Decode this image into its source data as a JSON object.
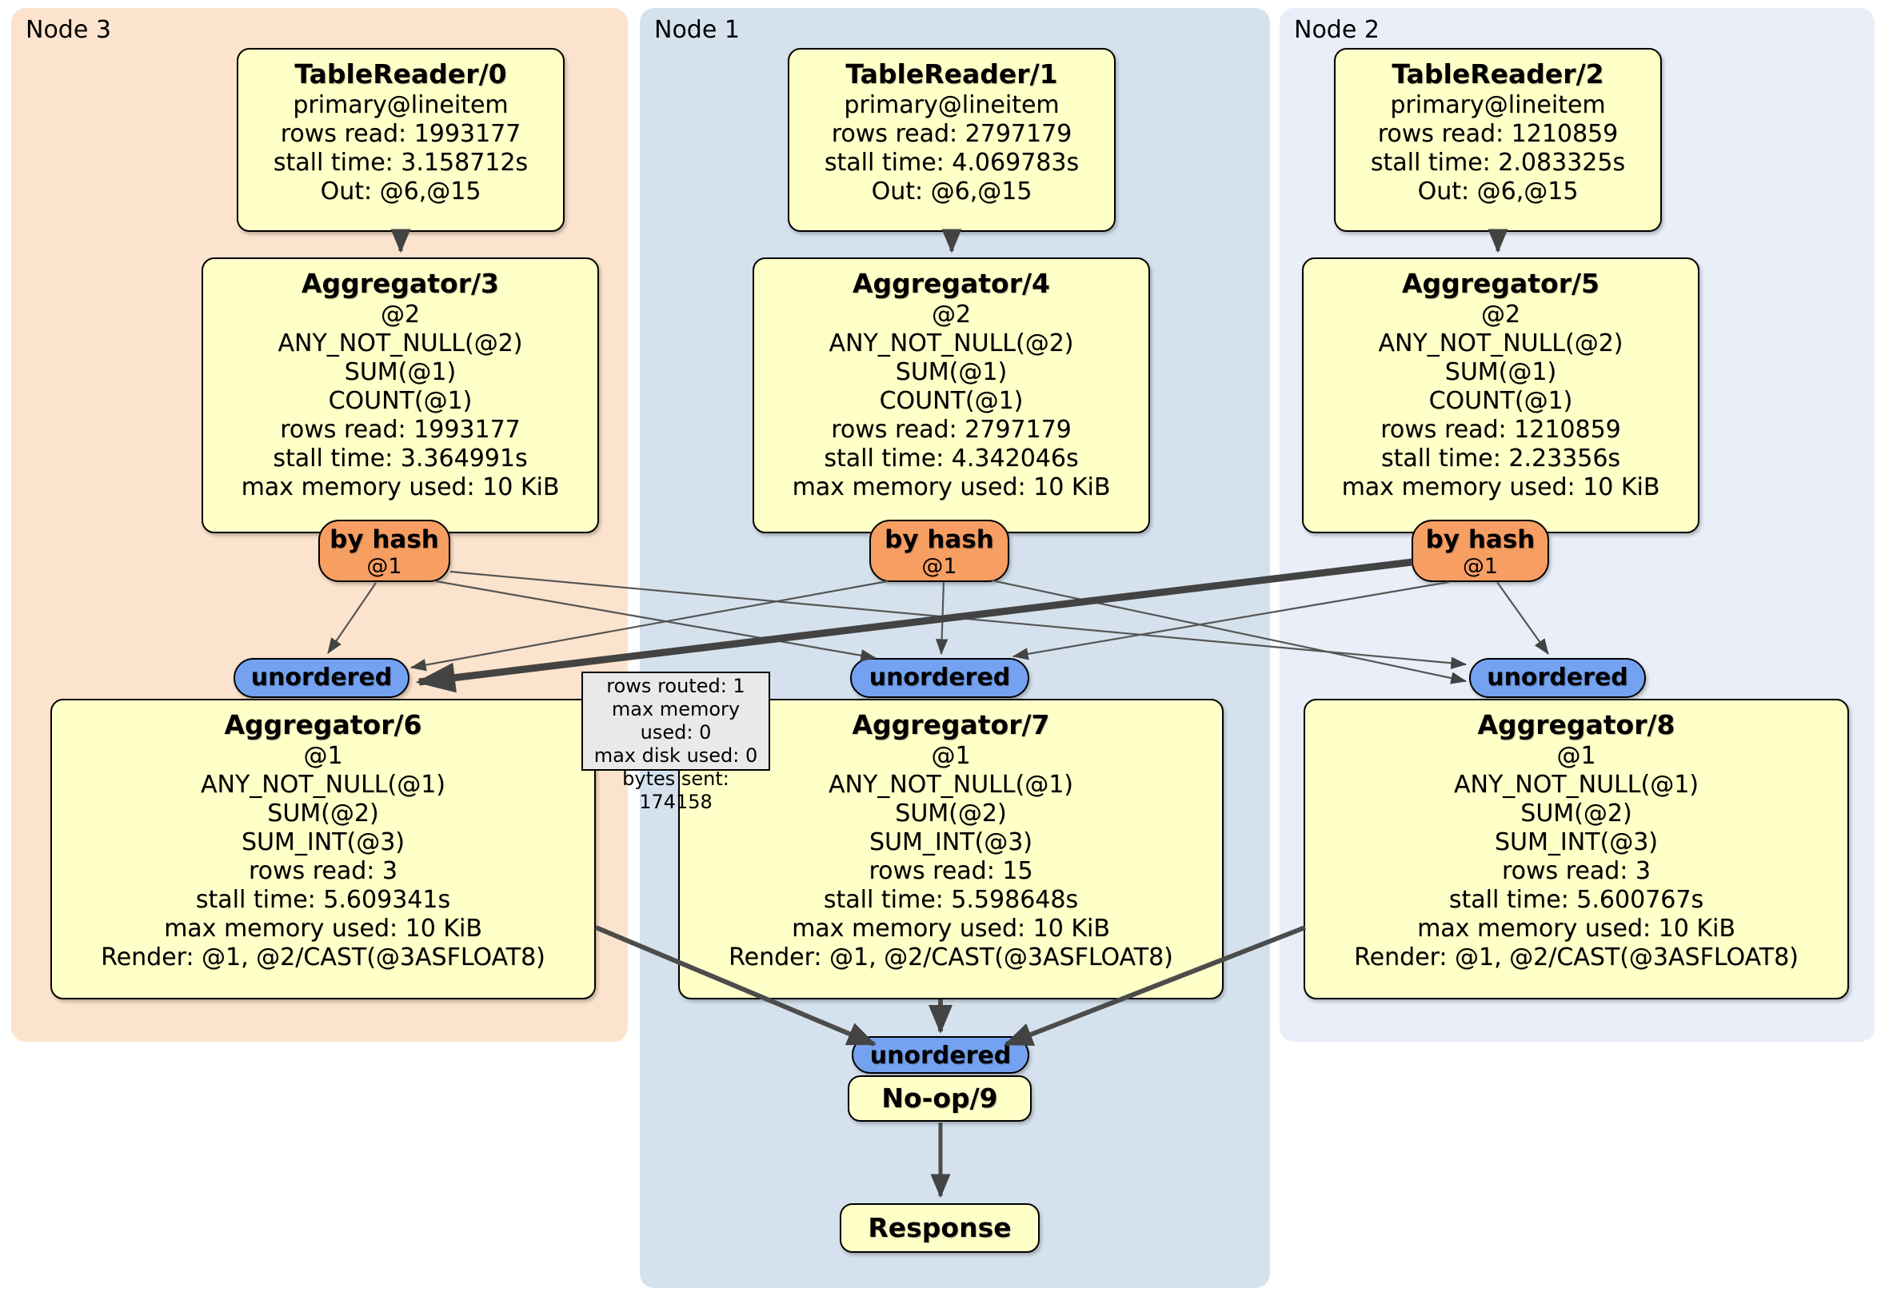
{
  "panels": {
    "node3": {
      "label": "Node 3"
    },
    "node1": {
      "label": "Node 1"
    },
    "node2": {
      "label": "Node 2"
    }
  },
  "boxes": {
    "tr0": {
      "title": "TableReader/0",
      "lines": [
        "primary@lineitem",
        "rows read: 1993177",
        "stall time: 3.158712s",
        "Out: @6,@15"
      ]
    },
    "agg3": {
      "title": "Aggregator/3",
      "lines": [
        "@2",
        "ANY_NOT_NULL(@2)",
        "SUM(@1)",
        "COUNT(@1)",
        "rows read: 1993177",
        "stall time: 3.364991s",
        "max memory used: 10 KiB"
      ]
    },
    "tr1": {
      "title": "TableReader/1",
      "lines": [
        "primary@lineitem",
        "rows read: 2797179",
        "stall time: 4.069783s",
        "Out: @6,@15"
      ]
    },
    "agg4": {
      "title": "Aggregator/4",
      "lines": [
        "@2",
        "ANY_NOT_NULL(@2)",
        "SUM(@1)",
        "COUNT(@1)",
        "rows read: 2797179",
        "stall time: 4.342046s",
        "max memory used: 10 KiB"
      ]
    },
    "tr2": {
      "title": "TableReader/2",
      "lines": [
        "primary@lineitem",
        "rows read: 1210859",
        "stall time: 2.083325s",
        "Out: @6,@15"
      ]
    },
    "agg5": {
      "title": "Aggregator/5",
      "lines": [
        "@2",
        "ANY_NOT_NULL(@2)",
        "SUM(@1)",
        "COUNT(@1)",
        "rows read: 1210859",
        "stall time: 2.23356s",
        "max memory used: 10 KiB"
      ]
    },
    "agg6": {
      "title": "Aggregator/6",
      "lines": [
        "@1",
        "ANY_NOT_NULL(@1)",
        "SUM(@2)",
        "SUM_INT(@3)",
        "rows read: 3",
        "stall time: 5.609341s",
        "max memory used: 10 KiB",
        "Render: @1, @2/CAST(@3ASFLOAT8)"
      ]
    },
    "agg7": {
      "title": "Aggregator/7",
      "lines": [
        "@1",
        "ANY_NOT_NULL(@1)",
        "SUM(@2)",
        "SUM_INT(@3)",
        "rows read: 15",
        "stall time: 5.598648s",
        "max memory used: 10 KiB",
        "Render: @1, @2/CAST(@3ASFLOAT8)"
      ]
    },
    "agg8": {
      "title": "Aggregator/8",
      "lines": [
        "@1",
        "ANY_NOT_NULL(@1)",
        "SUM(@2)",
        "SUM_INT(@3)",
        "rows read: 3",
        "stall time: 5.600767s",
        "max memory used: 10 KiB",
        "Render: @1, @2/CAST(@3ASFLOAT8)"
      ]
    },
    "noop": {
      "title": "No-op/9"
    },
    "response": {
      "title": "Response"
    }
  },
  "router": {
    "label": "by hash",
    "sub": "@1"
  },
  "sync": {
    "label": "unordered"
  },
  "tooltip": {
    "lines": [
      "rows routed: 1",
      "max memory used: 0",
      "max disk used: 0",
      "bytes sent: 174158"
    ]
  },
  "colors": {
    "panel_node3": "#fce3cd",
    "panel_node1": "#d5e2ee",
    "panel_node2": "#e9eef8",
    "processor_fill": "#ffffc8",
    "router_fill": "#f79e63",
    "sync_fill": "#74a2f1",
    "tooltip_fill": "#e9e9e9",
    "edge": "#4c4c4c"
  }
}
